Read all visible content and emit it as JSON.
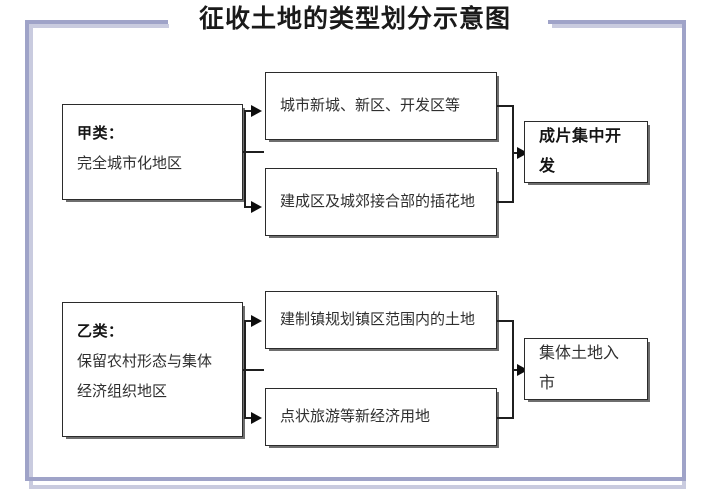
{
  "diagram": {
    "title": "征收土地的类型划分示意图",
    "frame_color": "#9fa3c8",
    "box_border_color": "#2b2b2b",
    "text_color": "#2f2f2f"
  },
  "groups": [
    {
      "id": "group-jia",
      "source": {
        "heading": "甲类：",
        "description_lines": [
          "完全城市化地区"
        ]
      },
      "branches": [
        {
          "label": "城市新城、新区、开发区等"
        },
        {
          "label": "建成区及城郊接合部的插花地"
        }
      ],
      "outcome": {
        "label": "成片集中开发",
        "emphasis": "bold"
      }
    },
    {
      "id": "group-yi",
      "source": {
        "heading": "乙类：",
        "description_lines": [
          "保留农村形态与集体",
          "经济组织地区"
        ]
      },
      "branches": [
        {
          "label": "建制镇规划镇区范围内的土地"
        },
        {
          "label": "点状旅游等新经济用地"
        }
      ],
      "outcome": {
        "label": "集体土地入市",
        "emphasis": "normal"
      }
    }
  ]
}
